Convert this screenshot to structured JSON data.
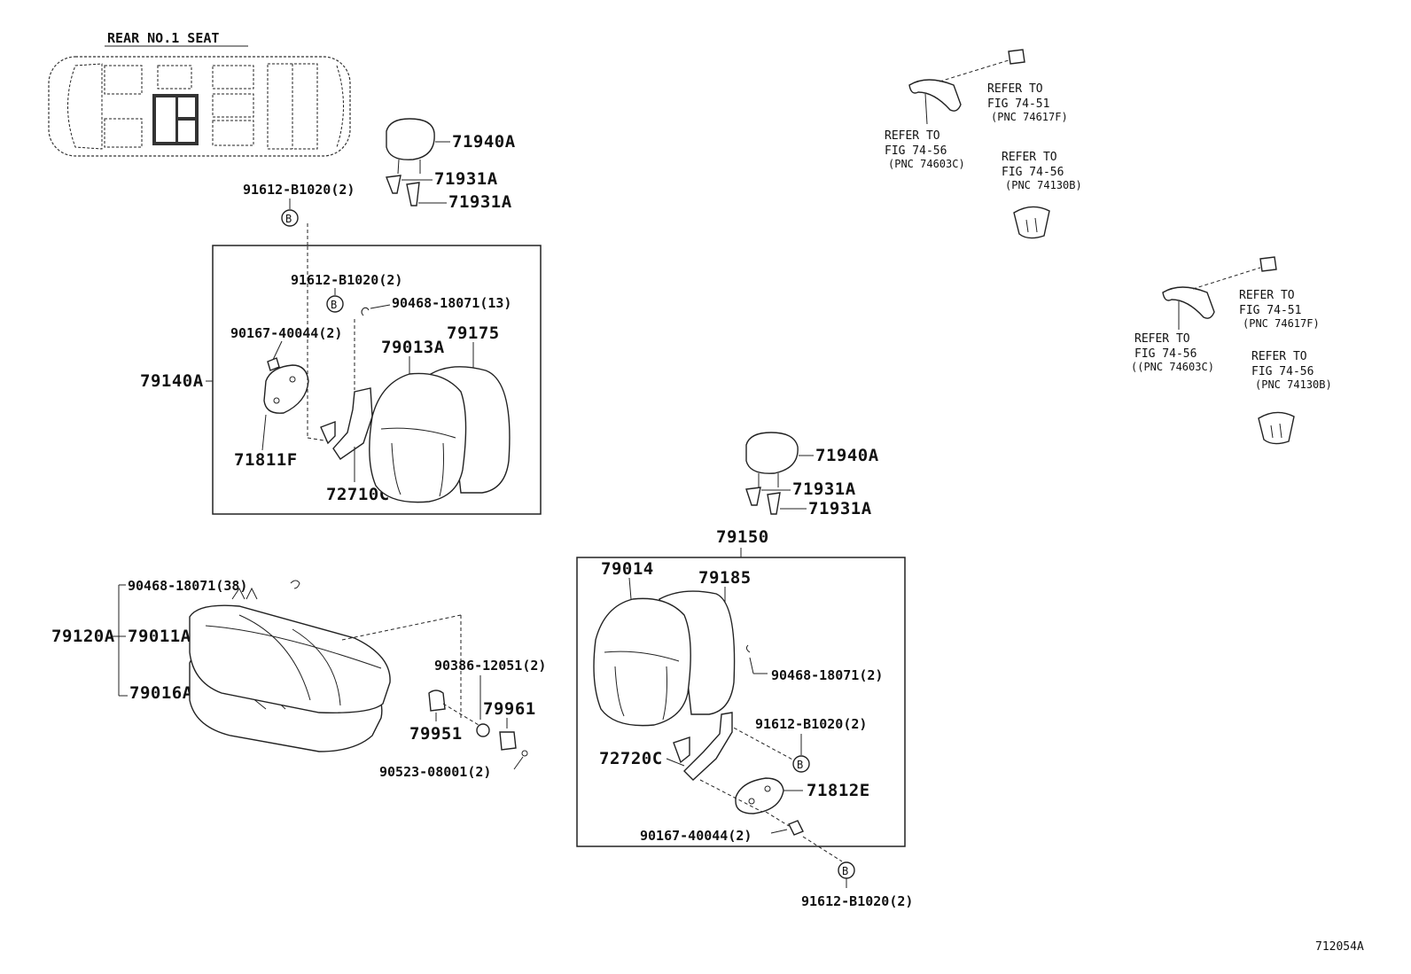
{
  "header": {
    "title": "REAR NO.1 SEAT"
  },
  "figure_id": "712054A",
  "callouts": {
    "headrest_top": "71940A",
    "support_top_a": "71931A",
    "support_top_b": "71931A",
    "bolt_top": "91612-B1020(2)",
    "bolt_left_inner": "91612-B1020(2)",
    "ring_left": "90468-18071(13)",
    "screw_left": "90167-40044(2)",
    "back_assy_left": "79140A",
    "back_pad_left": "79013A",
    "back_cover_left": "79175",
    "cover_hinge_left": "71811F",
    "hinge_left": "72710C",
    "cushion_assy": "79120A",
    "cushion_pad": "79011A",
    "cushion_frame": "79016A",
    "ring_cushion": "90468-18071(38)",
    "clip_cushion": "90386-12051(2)",
    "striker": "79961",
    "striker_cover": "79951",
    "nut_cushion": "90523-08001(2)",
    "back_assy_right": "79150",
    "back_pad_right": "79014",
    "back_cover_right": "79185",
    "ring_right": "90468-18071(2)",
    "bolt_right_inner": "91612-B1020(2)",
    "hinge_right": "72720C",
    "cover_hinge_right": "71812E",
    "screw_right": "90167-40044(2)",
    "bolt_right_bottom": "91612-B1020(2)",
    "headrest_right": "71940A",
    "support_right_a": "71931A",
    "support_right_b": "71931A"
  },
  "bolt_marker": "B",
  "references": {
    "g1_a": [
      "REFER TO",
      "FIG 74-51",
      "(PNC 74617F)"
    ],
    "g1_b": [
      "REFER TO",
      "FIG 74-56",
      "(PNC 74603C)"
    ],
    "g1_c": [
      "REFER TO",
      "FIG 74-56",
      "(PNC 74130B)"
    ],
    "g2_a": [
      "REFER TO",
      "FIG 74-51",
      "(PNC 74617F)"
    ],
    "g2_b": [
      "REFER TO",
      "FIG 74-56",
      "((PNC 74603C)"
    ],
    "g2_c": [
      "REFER TO",
      "FIG 74-56",
      "(PNC 74130B)"
    ]
  }
}
